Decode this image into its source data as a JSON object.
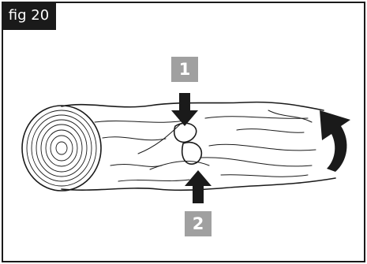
{
  "figure": {
    "tag": "fig 20",
    "marker_1": "1",
    "marker_2": "2"
  },
  "colors": {
    "frame": "#1a1a1a",
    "marker_fill": "#a0a0a0",
    "marker_text": "#ffffff",
    "ink": "#1a1a1a"
  },
  "icons": [
    "down-arrow-icon",
    "up-arrow-icon",
    "curved-rotate-arrow-icon"
  ]
}
